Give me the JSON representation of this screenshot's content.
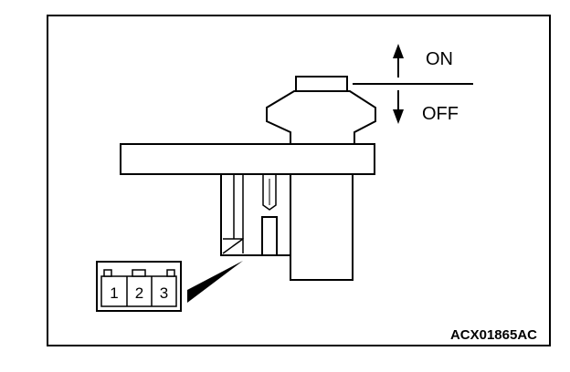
{
  "switch": {
    "states": {
      "on": "ON",
      "off": "OFF"
    }
  },
  "connector": {
    "pins": [
      "1",
      "2",
      "3"
    ]
  },
  "figure_code": "ACX01865AC",
  "colors": {
    "line": "#000000",
    "fill": "#ffffff"
  }
}
